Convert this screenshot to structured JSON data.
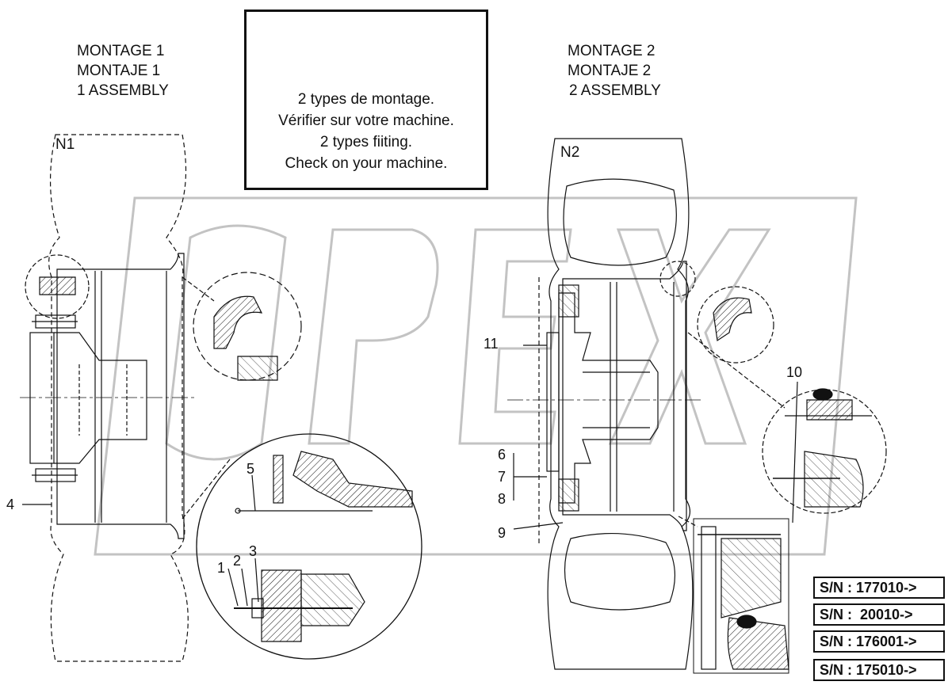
{
  "assembly_1": {
    "title_fr": "MONTAGE 1",
    "title_es": "MONTAJE 1",
    "title_en": "1 ASSEMBLY",
    "figure_label": "N1"
  },
  "assembly_2": {
    "title_fr": "MONTAGE 2",
    "title_es": "MONTAJE 2",
    "title_en": "2 ASSEMBLY",
    "figure_label": "N2"
  },
  "notice": {
    "icon": "warning-triangle-icon",
    "line1": "2 types de montage.",
    "line2": "Vérifier sur votre machine.",
    "line3": "2 types fiiting.",
    "line4": "Check on your machine."
  },
  "callouts": {
    "c1": "1",
    "c2": "2",
    "c3": "3",
    "c4": "4",
    "c5": "5",
    "c6": "6",
    "c7": "7",
    "c8": "8",
    "c9": "9",
    "c10": "10",
    "c11": "11"
  },
  "serial_numbers": [
    "S/N : 177010->",
    "S/N :  20010->",
    "S/N : 176001->",
    "S/N : 175010->"
  ],
  "colors": {
    "line": "#111111",
    "watermark": "#bdbdbd",
    "background": "#ffffff"
  }
}
